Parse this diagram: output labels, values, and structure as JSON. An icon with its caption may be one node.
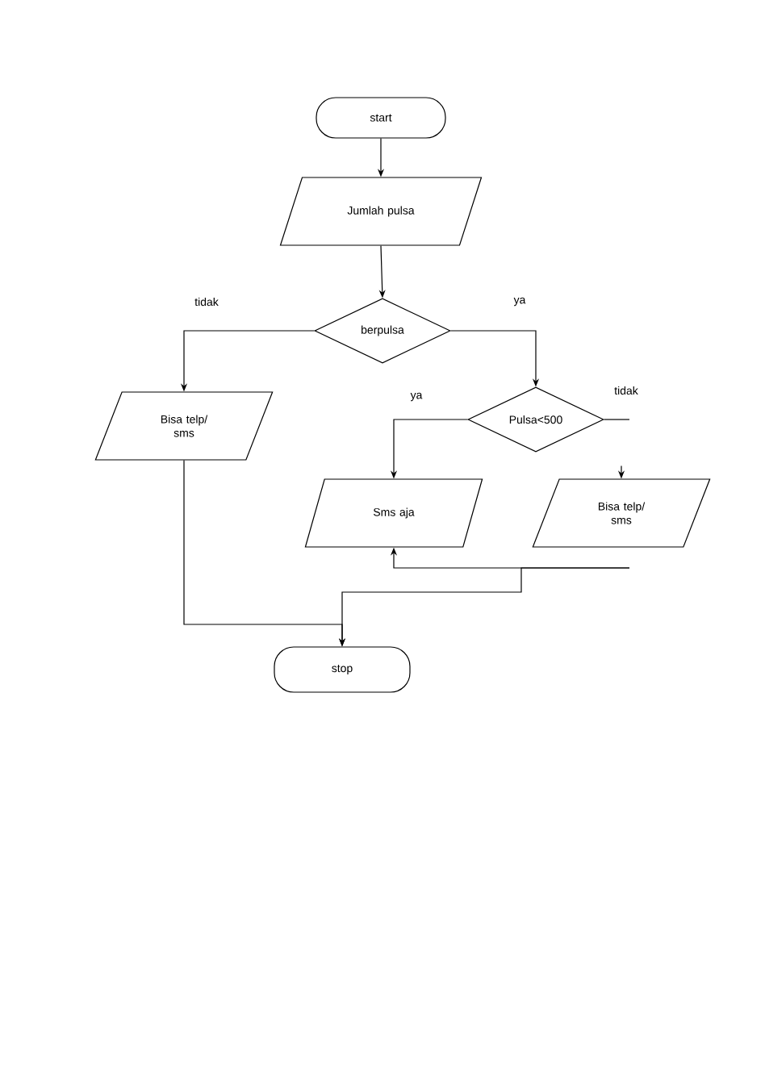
{
  "diagram": {
    "nodes": [
      {
        "text": [
          "start"
        ]
      },
      {
        "text": [
          "Jumlah pulsa"
        ]
      },
      {
        "text": [
          "berpulsa"
        ]
      },
      {
        "text": [
          "Bisa telp/ sms"
        ]
      },
      {
        "text": [
          "Pulsa<500"
        ]
      },
      {
        "text": [
          "Sms aja"
        ]
      },
      {
        "text": [
          "Bisa telp/ sms"
        ]
      },
      {
        "text": [
          "stop"
        ]
      }
    ],
    "edges": [
      {
        "from": 0,
        "to": 1,
        "arrow": "to"
      },
      {
        "from": 1,
        "to": 2,
        "arrow": "to"
      },
      {
        "from": 2,
        "to": 3,
        "arrow": "to",
        "label": "tidak"
      },
      {
        "from": 2,
        "to": 4,
        "arrow": "to",
        "label": "ya"
      },
      {
        "from": 4,
        "to": 5,
        "arrow": "to",
        "label": "ya"
      },
      {
        "from": 4,
        "to": null,
        "arrow": "none",
        "label": "tidak"
      },
      {
        "from": null,
        "to": 6,
        "arrow": "to"
      },
      {
        "from": 3,
        "to": 7,
        "arrow": "to"
      },
      {
        "from": null,
        "to": 5,
        "arrow": "to"
      },
      {
        "from": null,
        "to": 7,
        "arrow": "to"
      }
    ]
  }
}
